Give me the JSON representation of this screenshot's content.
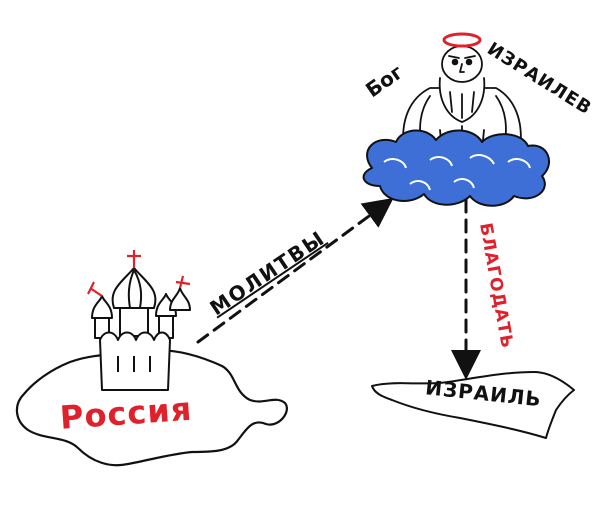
{
  "labels": {
    "russia": "Россия",
    "prayers": "МОЛИТВЫ",
    "god_left": "Бог",
    "god_right": "ИЗРАИЛЕВ",
    "grace": "БЛАГОДАТЬ",
    "israel": "ИЗРАИЛЬ"
  },
  "colors": {
    "ink": "#111111",
    "red": "#e0202a",
    "cloud_fill": "#3d6fd6",
    "halo": "#e0202a",
    "background": "#ffffff"
  },
  "icons": {
    "church": "orthodox-church-icon",
    "god": "old-man-figure-icon",
    "cloud": "cloud-icon",
    "halo": "halo-icon"
  }
}
